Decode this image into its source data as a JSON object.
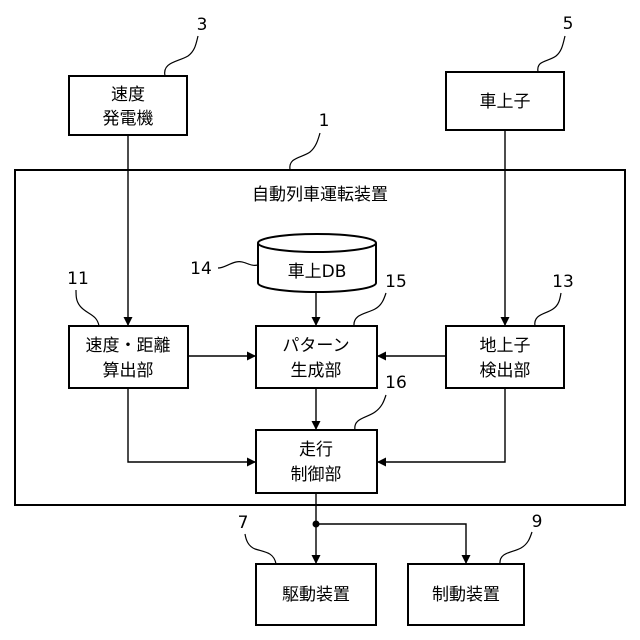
{
  "system": {
    "title": "自動列車運転装置",
    "ref": "1"
  },
  "blocks": {
    "speed_generator": {
      "lines": [
        "速度",
        "発電機"
      ],
      "ref": "3"
    },
    "onboard_unit": {
      "lines": [
        "車上子"
      ],
      "ref": "5"
    },
    "onboard_db": {
      "lines": [
        "車上DB"
      ],
      "ref": "14"
    },
    "speed_distance": {
      "lines": [
        "速度・距離",
        "算出部"
      ],
      "ref": "11"
    },
    "pattern_generator": {
      "lines": [
        "パターン",
        "生成部"
      ],
      "ref": "15"
    },
    "ground_detector": {
      "lines": [
        "地上子",
        "検出部"
      ],
      "ref": "13"
    },
    "run_control": {
      "lines": [
        "走行",
        "制御部"
      ],
      "ref": "16"
    },
    "drive_device": {
      "lines": [
        "駆動装置"
      ],
      "ref": "7"
    },
    "brake_device": {
      "lines": [
        "制動装置"
      ],
      "ref": "9"
    }
  }
}
